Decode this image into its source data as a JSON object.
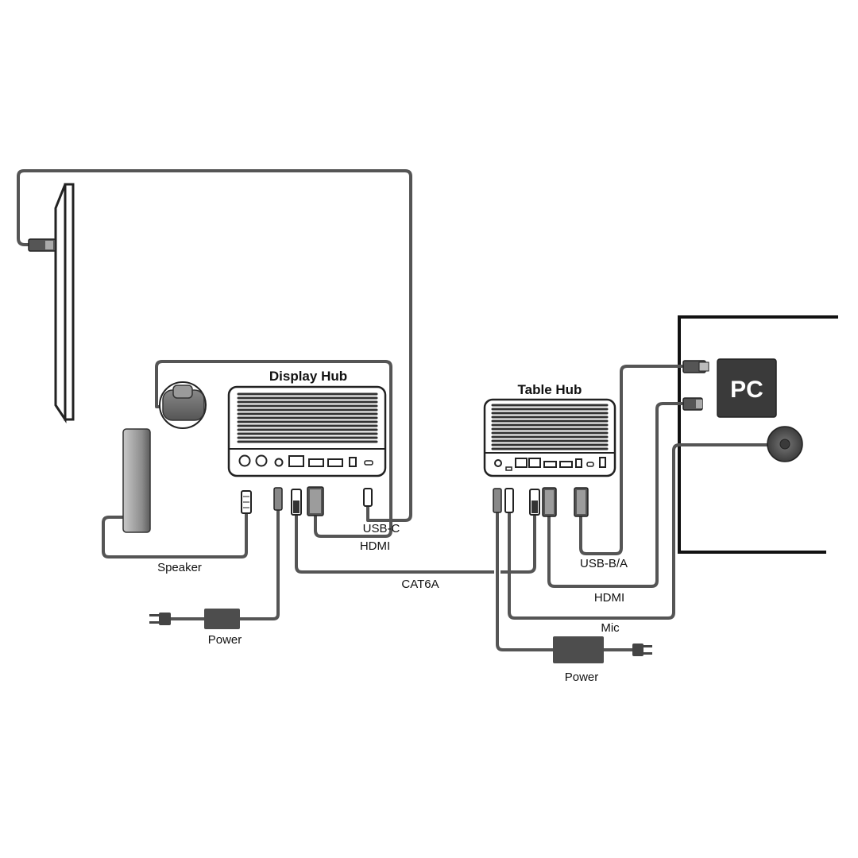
{
  "hubs": {
    "display_hub": "Display Hub",
    "table_hub": "Table Hub"
  },
  "pc": {
    "label": "PC"
  },
  "cables": {
    "usb_c": "USB-C",
    "hdmi_display": "HDMI",
    "speaker": "Speaker",
    "power_display": "Power",
    "cat6a": "CAT6A",
    "usb_ba": "USB-B/A",
    "hdmi_table": "HDMI",
    "mic": "Mic",
    "power_table": "Power"
  },
  "colors": {
    "cable": "#555555",
    "device_fill": "#ffffff",
    "dark_device": "#4d4d4d",
    "pc_box": "#3a3a3a"
  }
}
